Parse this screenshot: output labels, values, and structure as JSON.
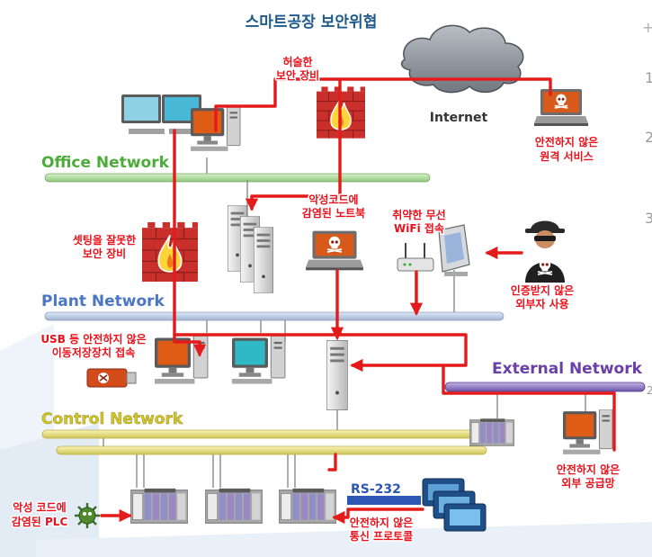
{
  "title": "스마트공장 보안위협",
  "cloud_label": "Internet",
  "networks": {
    "office": "Office Network",
    "plant": "Plant Network",
    "control": "Control Network",
    "external": "External Network"
  },
  "rs232": "RS-232",
  "threats": {
    "firewall_top": [
      "허술한",
      "보안 장비"
    ],
    "remote_service": [
      "안전하지 않은",
      "원격 서비스"
    ],
    "malware_laptop": [
      "악성코드에",
      "감염된 노트북"
    ],
    "wifi": [
      "취약한 무선",
      "WiFi 접속"
    ],
    "firewall_mid": [
      "셋팅을 잘못한",
      "보안 장비"
    ],
    "unauth_outsider": [
      "인증받지 않은",
      "외부자 사용"
    ],
    "usb": [
      "USB 등 안전하지 않은",
      "이동저장장치 접속"
    ],
    "supply_chain": [
      "안전하지 않은",
      "외부 공급망"
    ],
    "infected_plc": [
      "악성 코드에",
      "감염된 PLC"
    ],
    "protocol": [
      "안전하지 않은",
      "통신 프로토콜"
    ]
  },
  "side_digits": [
    "1",
    "2",
    "3",
    "2"
  ],
  "colors": {
    "title": "#1e5a8c",
    "threat_text": "#e8101a",
    "attack_line": "#e41b1b",
    "office_net": "#4cad3a",
    "plant_net": "#4a76c5",
    "control_net": "#d8cc2a",
    "external_net": "#6a3fa8",
    "rs232_bar": "#2e56b4"
  },
  "icons": [
    "cloud-icon",
    "firewall-icon",
    "desktop-computer-icon",
    "laptop-icon",
    "server-icon",
    "wifi-router-icon",
    "modem-icon",
    "hacker-icon",
    "usb-drive-icon",
    "plc-icon",
    "virus-icon",
    "skull-icon"
  ]
}
